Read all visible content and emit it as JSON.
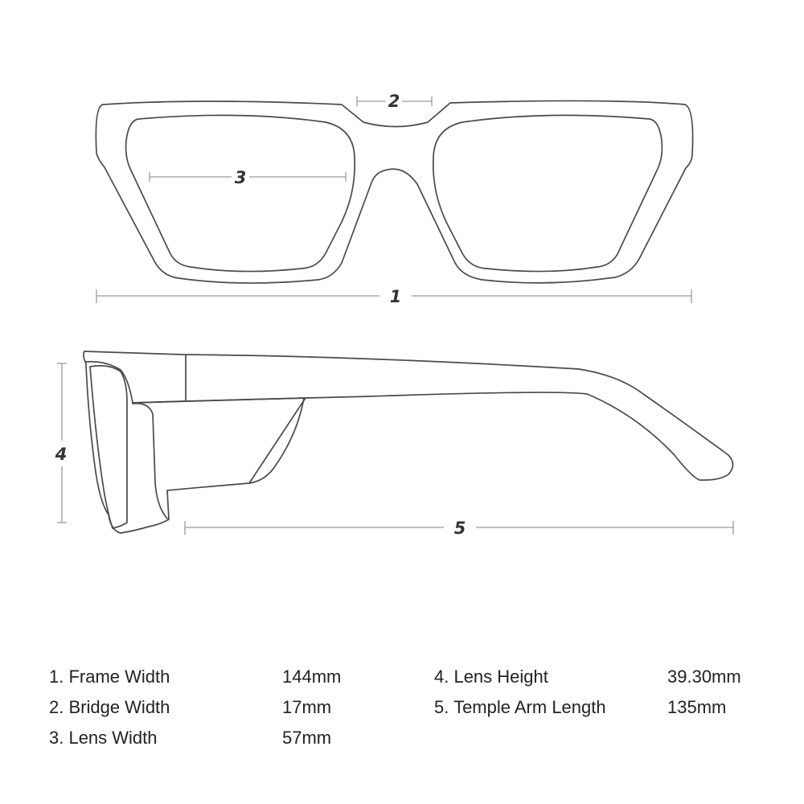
{
  "dimension_labels": {
    "frame_width": "1",
    "bridge_width": "2",
    "lens_width": "3",
    "lens_height": "4",
    "temple_arm_length": "5"
  },
  "specs": {
    "frame_width": {
      "label": "1. Frame Width",
      "value": "144mm"
    },
    "bridge_width": {
      "label": "2. Bridge Width",
      "value": "17mm"
    },
    "lens_width": {
      "label": "3. Lens Width",
      "value": "57mm"
    },
    "lens_height": {
      "label": "4. Lens Height",
      "value": "39.30mm"
    },
    "temple_arm_length": {
      "label": "5. Temple Arm Length",
      "value": "135mm"
    }
  },
  "colors": {
    "outline": "#4a4a4a",
    "dimension_line": "#9a9a9a",
    "text": "#222222",
    "background": "#ffffff"
  }
}
